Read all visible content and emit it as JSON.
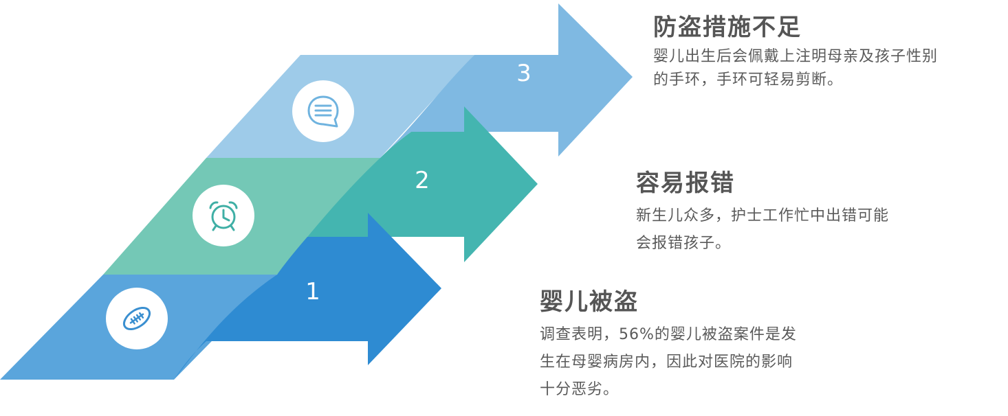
{
  "steps": [
    {
      "number": "1",
      "title": "婴儿被盗",
      "description_lines": [
        "调查表明，56%的婴儿被盗案件是发",
        "生在母婴病房内，因此对医院的影响",
        "十分恶劣。"
      ],
      "icon": "football-icon",
      "color": "#2e8bd2"
    },
    {
      "number": "2",
      "title": "容易报错",
      "description_lines": [
        "新生儿众多，护士工作忙中出错可能",
        "会报错孩子。"
      ],
      "icon": "alarm-clock-icon",
      "color": "#44b5b0"
    },
    {
      "number": "3",
      "title": "防盗措施不足",
      "description_lines": [
        "婴儿出生后会佩戴上注明母亲及孩子性别",
        "的手环，手环可轻易剪断。"
      ],
      "icon": "chat-bubble-icon",
      "color": "#7fb9e2"
    }
  ]
}
